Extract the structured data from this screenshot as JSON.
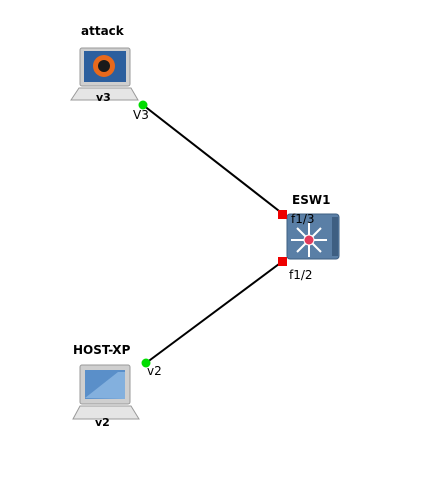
{
  "nodes": {
    "attack": {
      "name": "attack",
      "caption": "v3",
      "port_label": "V3",
      "port_status": "up"
    },
    "host_xp": {
      "name": "HOST-XP",
      "caption": "v2",
      "port_label": "v2",
      "port_status": "up"
    },
    "esw1": {
      "name": "ESW1",
      "port_top": "f1/3",
      "port_bottom": "f1/2",
      "port_status": "down"
    }
  },
  "colors": {
    "port_up": "#00dd00",
    "port_down": "#ee0000",
    "link": "#000000",
    "switch_body": "#5a7fa6"
  }
}
